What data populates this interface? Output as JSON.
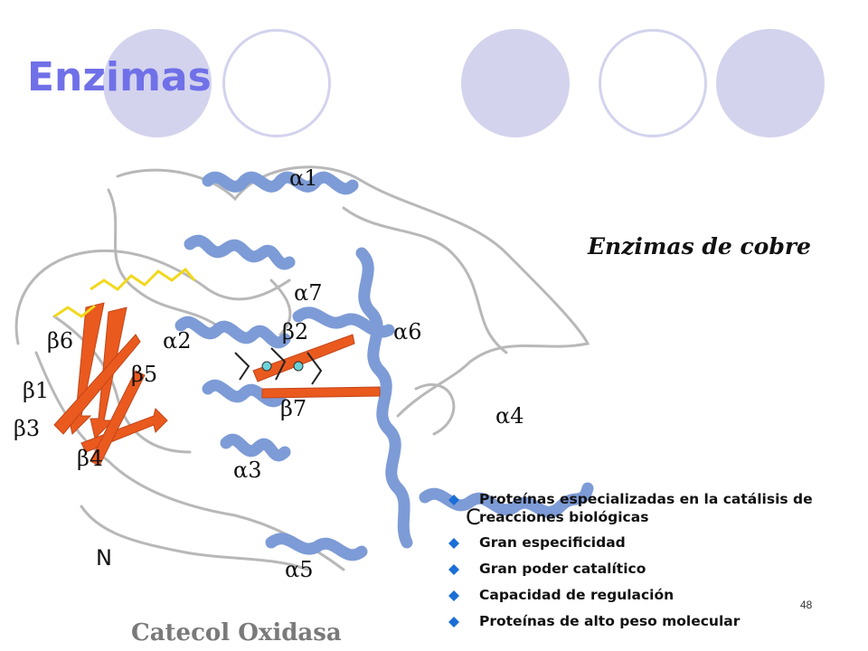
{
  "slide": {
    "title": "Enzimas",
    "subtitle": "Enzimas de cobre",
    "caption": "Catecol Oxidasa",
    "page_number": "48"
  },
  "figure": {
    "labels": {
      "a1": "α1",
      "a2": "α2",
      "a3": "α3",
      "a4": "α4",
      "a5": "α5",
      "a6": "α6",
      "a7": "α7",
      "b1": "β1",
      "b2": "β2",
      "b3": "β3",
      "b4": "β4",
      "b5": "β5",
      "b6": "β6",
      "b7": "β7",
      "n_term": "N",
      "c_term": "C"
    }
  },
  "bullets": [
    {
      "text": "Proteínas especializadas en la catálisis de reacciones biológicas",
      "icon": "diamond-bullet-icon"
    },
    {
      "text": "Gran especificidad",
      "icon": "diamond-bullet-icon"
    },
    {
      "text": "Gran poder catalítico",
      "icon": "diamond-bullet-icon"
    },
    {
      "text": "Capacidad de regulación",
      "icon": "diamond-bullet-icon"
    },
    {
      "text": "Proteínas de alto peso molecular",
      "icon": "diamond-bullet-icon"
    }
  ],
  "colors": {
    "title": "#7070e8",
    "decor_circle": "#d3d3ee",
    "helix": "#7d9bd6",
    "sheet": "#ea5a1e",
    "loop": "#bbbbbb",
    "ligand": "#f2d81c",
    "bullet": "#1a6fd6"
  }
}
